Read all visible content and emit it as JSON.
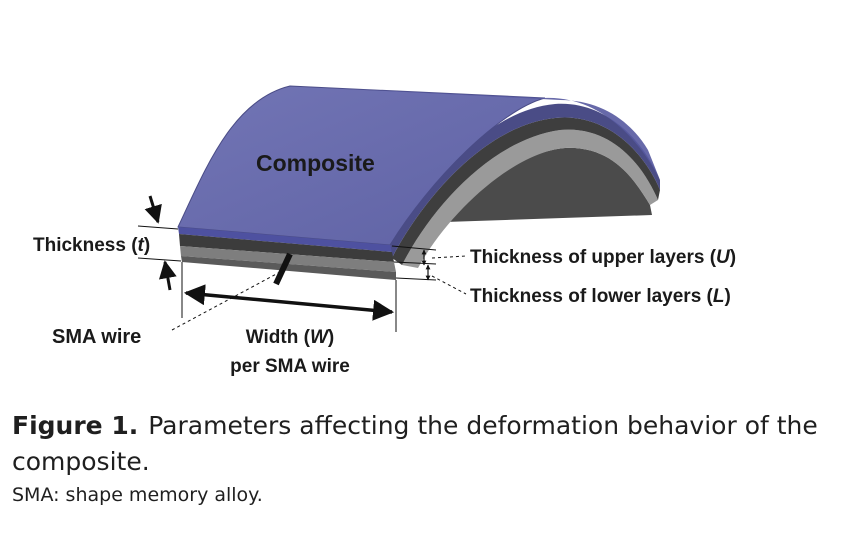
{
  "labels": {
    "composite": "Composite",
    "thickness_prefix": "Thickness (",
    "thickness_symbol": "t",
    "thickness_suffix": ")",
    "upper_prefix": "Thickness of upper layers (",
    "upper_symbol": "U",
    "upper_suffix": ")",
    "lower_prefix": "Thickness of lower layers (",
    "lower_symbol": "L",
    "lower_suffix": ")",
    "sma_wire": "SMA wire",
    "width_prefix": "Width (",
    "width_symbol": "W",
    "width_suffix": ")",
    "width_line2": "per SMA wire"
  },
  "caption": {
    "label": "Figure 1.",
    "text": "Parameters affecting the deformation behavior of the composite.",
    "abbreviation": "SMA: shape memory alloy."
  },
  "colors": {
    "composite_top": "#6f72b2",
    "composite_edge": "#4a4c86",
    "layer_dark": "#3d3d3d",
    "layer_mid": "#8a8a8a",
    "underside": "#4b4b4b"
  }
}
